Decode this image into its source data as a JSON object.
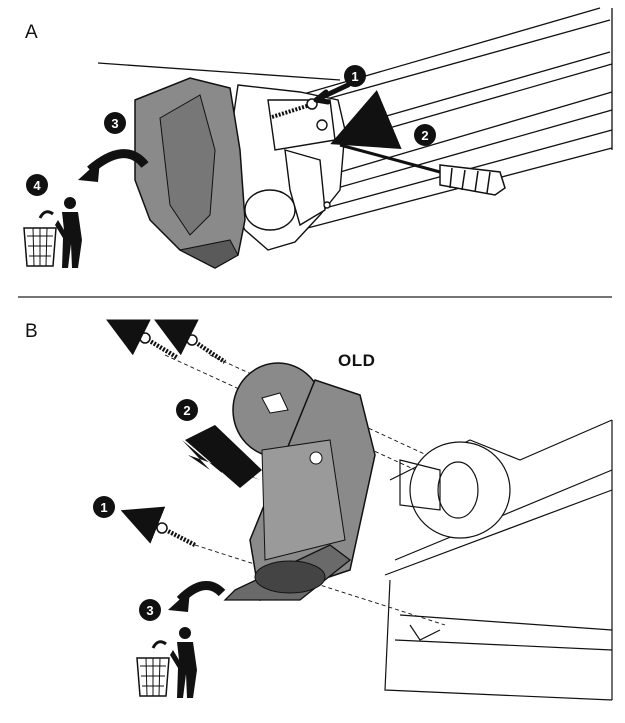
{
  "panels": [
    {
      "letter": "A",
      "steps": [
        "1",
        "2",
        "3",
        "4"
      ]
    },
    {
      "letter": "B",
      "label": "OLD",
      "steps": [
        "1",
        "2",
        "3"
      ]
    }
  ],
  "colors": {
    "ink": "#111111",
    "cover_gray": "#8a8a8a",
    "cover_dark": "#5a5a5a",
    "divider": "#222222"
  },
  "icons": [
    "arrow-icon",
    "trash-bin-icon",
    "screwdriver-icon",
    "screw-icon"
  ]
}
